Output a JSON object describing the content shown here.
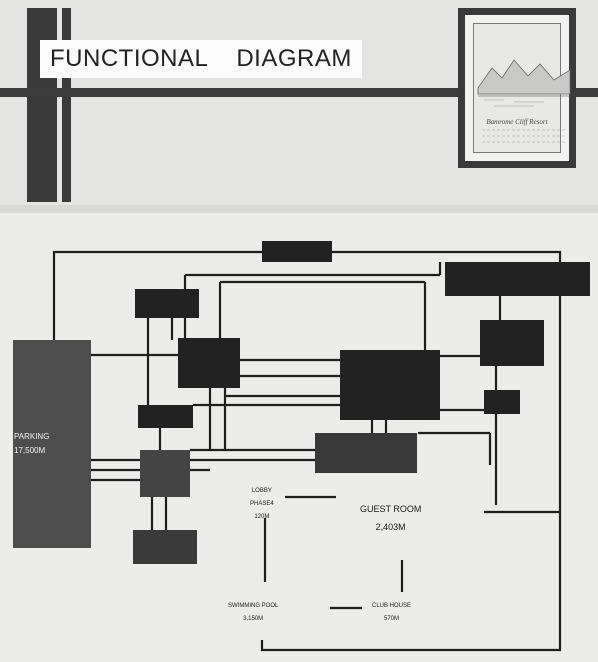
{
  "header": {
    "title_first": "FUNCTIONAL",
    "title_second": "DIAGRAM"
  },
  "frame": {
    "caption": "Bamrome Cliff Resort"
  },
  "parking": {
    "name": "PARKING",
    "area": "17,500M"
  },
  "guest_room": {
    "name": "GUEST ROOM",
    "area": "2,403M"
  },
  "lobby": {
    "line1": "LOBBY",
    "line2": "PHASE4",
    "area": "120M"
  },
  "swimming_pool": {
    "name": "SWIMMING POOL",
    "area": "3,150M"
  },
  "club_house": {
    "name": "CLUB HOUSE",
    "area": "570M"
  }
}
